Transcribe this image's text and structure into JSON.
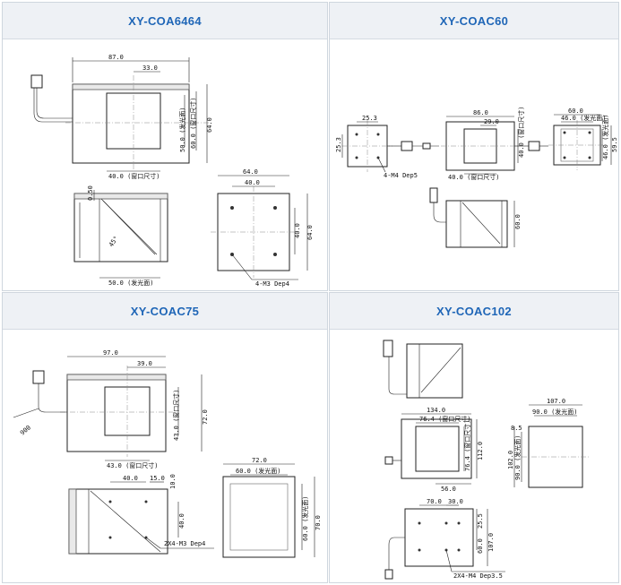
{
  "panels": [
    {
      "title": "XY-COA6464",
      "labels": {
        "dim_87": "87.0",
        "dim_33": "33.0",
        "dim_60_win": "60.0 (窗口尺寸)",
        "dim_50_lum": "50.0 (发光面)",
        "dim_64_side": "64.0",
        "dim_40_win": "40.0 (窗口尺寸)",
        "dim_050": "0.50",
        "dim_45": "45°",
        "dim_50_bottom": "50.0 (发光面)",
        "dim_64_top": "64.0",
        "dim_40_top": "40.0",
        "dim_40_side": "40.0",
        "dim_64_right": "64.0",
        "holes_note": "4-M3 Dep4"
      }
    },
    {
      "title": "XY-COAC60",
      "labels": {
        "left_top": "25.3",
        "left_side": "25.3",
        "holes_note": "4-M4 Dep5",
        "mid_top": "86.0",
        "mid_win_top": "29.0",
        "mid_win_side": "40.0 (窗口尺寸)",
        "mid_bottom": "40.0 (窗口尺寸)",
        "right_top": "60.0",
        "right_top2": "46.0 (发光面)",
        "right_side1": "46.0 (发光面)",
        "right_side2": "59.5",
        "lower_side": "60.0"
      }
    },
    {
      "title": "XY-COAC75",
      "labels": {
        "dim_97": "97.0",
        "dim_39": "39.0",
        "dim_900": "900",
        "dim_43_win_side": "43.0 (窗口尺寸)",
        "dim_72_side": "72.0",
        "dim_43_win_bottom": "43.0 (窗口尺寸)",
        "dim_40": "40.0",
        "dim_15": "15.0",
        "dim_10": "10.0",
        "dim_40_side": "40.0",
        "holes_note": "2X4-M3 Dep4",
        "dim_72_top": "72.0",
        "dim_60_lum": "60.0 (发光面)",
        "dim_60_side": "60.0 (发光面)",
        "dim_70": "70.0"
      }
    },
    {
      "title": "XY-COAC102",
      "labels": {
        "dim_134": "134.0",
        "dim_764": "76.4 (窗口尺寸)",
        "dim_112": "112.0",
        "dim_764_side": "76.4 (窗口尺寸)",
        "dim_56": "56.0",
        "dim_107": "107.0",
        "dim_90": "90.0 (发光面)",
        "dim_85": "8.5",
        "dim_90_side": "90.0 (发光面)",
        "dim_102": "102.0",
        "dim_70": "70.0",
        "dim_30": "30.0",
        "dim_255": "25.5",
        "dim_60": "60.0",
        "dim_107_side": "107.0",
        "holes_note": "2X4-M4 Dep3.5"
      }
    }
  ]
}
